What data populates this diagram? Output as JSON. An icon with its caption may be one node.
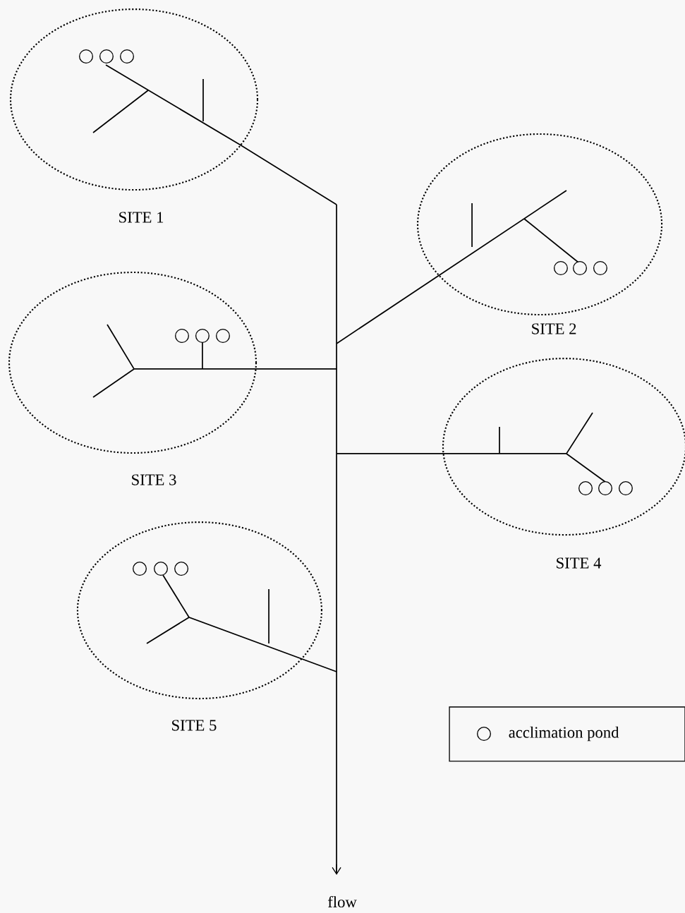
{
  "diagram": {
    "nodes": [
      {
        "text": [],
        "shape": "ellipse",
        "beside": [
          "SITE 1"
        ]
      },
      {
        "text": [],
        "shape": "ellipse",
        "beside": [
          "SITE 2"
        ]
      },
      {
        "text": [],
        "shape": "ellipse",
        "beside": [
          "SITE 3"
        ]
      },
      {
        "text": [],
        "shape": "ellipse",
        "beside": [
          "SITE 4"
        ]
      },
      {
        "text": [],
        "shape": "ellipse",
        "beside": [
          "SITE 5"
        ]
      }
    ],
    "labels": [
      "flow"
    ],
    "legend": [
      {
        "text": "acclimation pond"
      }
    ]
  }
}
